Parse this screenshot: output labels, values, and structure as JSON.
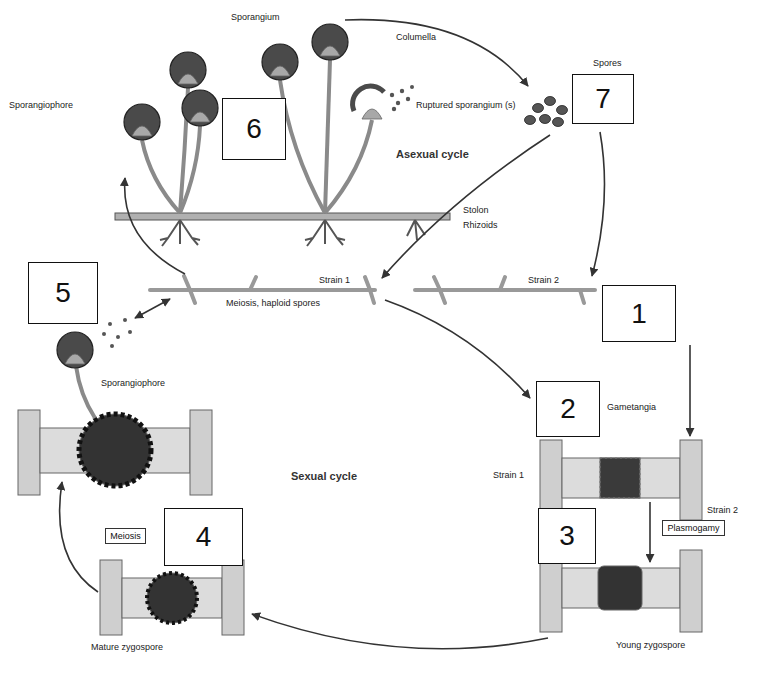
{
  "diagram": {
    "nodes": [
      {
        "text": [
          "6"
        ]
      },
      {
        "text": [
          "7"
        ]
      },
      {
        "text": [
          "5"
        ]
      },
      {
        "text": [
          "1"
        ]
      },
      {
        "text": [
          "2"
        ]
      },
      {
        "text": [
          "4"
        ]
      },
      {
        "text": [
          "3"
        ]
      },
      {
        "text": [
          "Plasmogamy"
        ]
      },
      {
        "text": [
          "Meiosis"
        ]
      }
    ],
    "labels": [
      "Sporangium",
      "Columella",
      "Sporangiophore",
      "Ruptured sporangium (s)",
      "Spores",
      "Asexual cycle",
      "Stolon",
      "Rhizoids",
      "Strain 1",
      "Strain 2",
      "Meiosis, haploid spores",
      "Sporangiophore",
      "Sexual cycle",
      "Gametangia",
      "Strain 1",
      "Strain 2",
      "Young zygospore",
      "Mature zygospore"
    ]
  }
}
